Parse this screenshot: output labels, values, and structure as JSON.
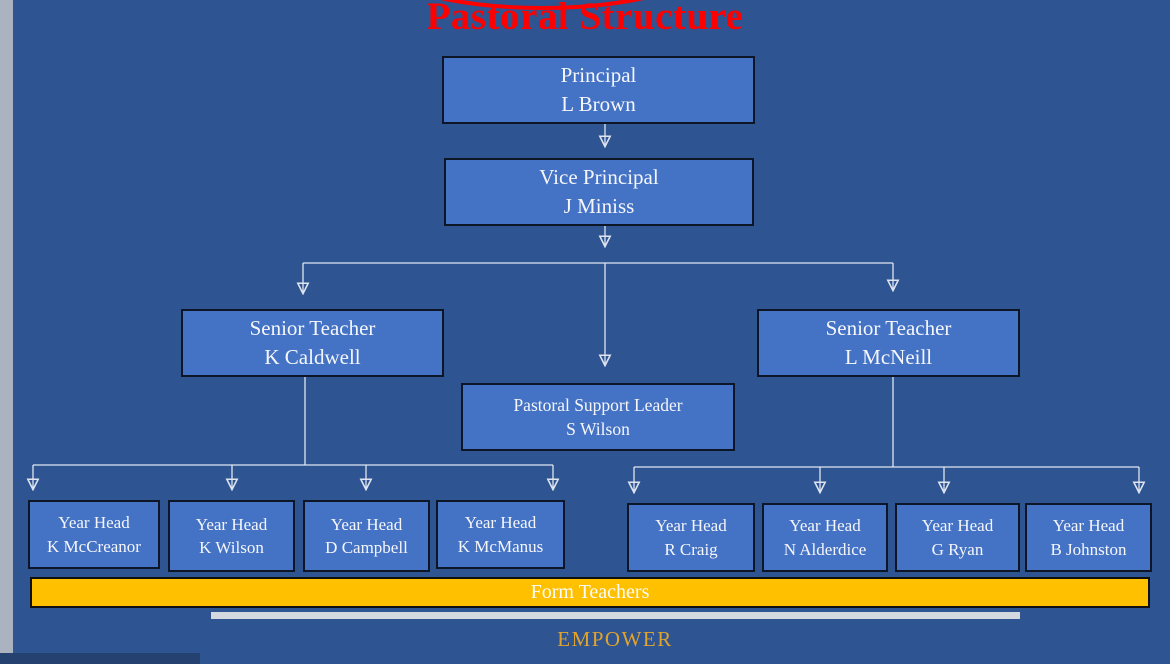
{
  "title": "Pastoral Structure",
  "org": {
    "principal": {
      "role": "Principal",
      "name": "L Brown"
    },
    "vice_principal": {
      "role": "Vice Principal",
      "name": "J Miniss"
    },
    "senior_teacher_left": {
      "role": "Senior Teacher",
      "name": "K Caldwell"
    },
    "senior_teacher_right": {
      "role": "Senior Teacher",
      "name": "L McNeill"
    },
    "pastoral_support_leader": {
      "role": "Pastoral Support Leader",
      "name": "S Wilson"
    },
    "year_heads_left": [
      {
        "role": "Year Head",
        "name": "K McCreanor"
      },
      {
        "role": "Year Head",
        "name": "K Wilson"
      },
      {
        "role": "Year Head",
        "name": "D Campbell"
      },
      {
        "role": "Year Head",
        "name": "K McManus"
      }
    ],
    "year_heads_right": [
      {
        "role": "Year Head",
        "name": "R Craig"
      },
      {
        "role": "Year Head",
        "name": "N Alderdice"
      },
      {
        "role": "Year Head",
        "name": "G Ryan"
      },
      {
        "role": "Year Head",
        "name": "B Johnston"
      }
    ]
  },
  "form_teachers_label": "Form Teachers",
  "footer_label": "EMPOWER",
  "colors": {
    "background": "#2e5492",
    "box_fill": "#4472c4",
    "box_border": "#0c1626",
    "box_text": "#f5f6fa",
    "title_red": "#ff0000",
    "form_bar_gold": "#ffc000",
    "footer_gold": "#dfa32e",
    "connector": "#dfe5f0",
    "left_strip_gray": "#aab3bf",
    "underline_gray": "#d4d8df"
  }
}
